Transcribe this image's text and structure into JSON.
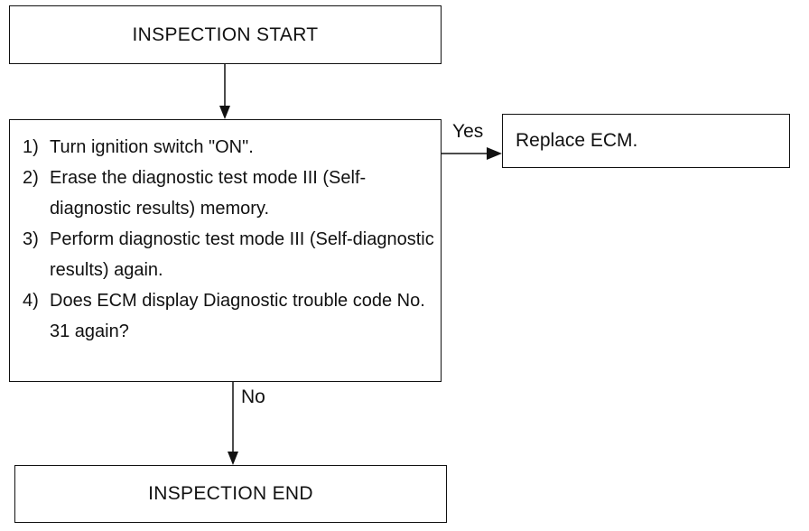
{
  "flowchart": {
    "start_box": "INSPECTION START",
    "check_box": {
      "steps": [
        {
          "num": "1)",
          "text": "Turn ignition switch \"ON\"."
        },
        {
          "num": "2)",
          "text": "Erase the diagnostic test mode III (Self-diagnostic results) memory."
        },
        {
          "num": "3)",
          "text": "Perform diagnostic test mode III (Self-diagnostic results) again."
        },
        {
          "num": "4)",
          "text": "Does ECM display Diagnostic trouble code No. 31 again?"
        }
      ]
    },
    "yes_label": "Yes",
    "no_label": "No",
    "yes_box": "Replace ECM.",
    "end_box": "INSPECTION END"
  }
}
